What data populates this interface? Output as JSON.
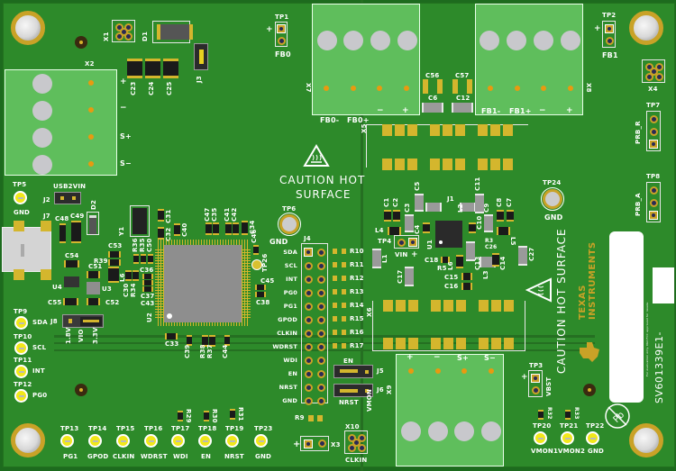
{
  "board": {
    "part_number": "SV601339E1-",
    "brand_line1": "TEXAS",
    "brand_line2": "INSTRUMENTS",
    "caution_line1": "CAUTION HOT",
    "caution_line2": "SURFACE",
    "caution_vertical": "CAUTION HOT SURFACE",
    "fine_print": "For evaluation only. Not FCC approved for resale."
  },
  "connectors": {
    "x2": {
      "ref": "X2",
      "pins": [
        "+",
        "−",
        "S+",
        "S−"
      ]
    },
    "x7": {
      "ref": "X7",
      "pins": [
        "FB0-",
        "FB0+",
        "−",
        "+"
      ]
    },
    "x8": {
      "ref": "X8",
      "pins": [
        "FB1-",
        "FB1+",
        "−",
        "+"
      ]
    },
    "x6": {
      "ref": "X6",
      "pins": [
        "+",
        "−",
        "S+",
        "S−"
      ]
    },
    "x5": {
      "ref": "X5"
    },
    "x9": {
      "ref": "X9"
    },
    "x1": {
      "ref": "X1"
    },
    "x4": {
      "ref": "X4"
    },
    "x3": {
      "ref": "X3",
      "plus": "+"
    },
    "x10": {
      "ref": "X10",
      "label": "CLKIN"
    },
    "j7": {
      "ref": "J7"
    }
  },
  "jumpers": {
    "j2": {
      "ref": "J2",
      "label": "USB2VIN"
    },
    "j3": {
      "ref": "J3"
    },
    "j4": {
      "ref": "J4",
      "pins": [
        "SDA",
        "SCL",
        "INT",
        "PG0",
        "PG1",
        "GPOD",
        "CLKIN",
        "WDRST",
        "WDI",
        "EN",
        "NRST",
        "GND"
      ]
    },
    "j5": {
      "ref": "J5",
      "label": "EN"
    },
    "j6": {
      "ref": "J6",
      "label": "NRST"
    },
    "j8": {
      "ref": "J8",
      "opt1": "1.8V",
      "mid": "VIO",
      "opt2": "3.3V"
    },
    "vmon_label": "VMON"
  },
  "testpoints_left": [
    {
      "ref": "TP5",
      "label": "GND"
    },
    {
      "ref": "TP9",
      "label": "SDA"
    },
    {
      "ref": "TP10",
      "label": "SCL"
    },
    {
      "ref": "TP11",
      "label": "INT"
    },
    {
      "ref": "TP12",
      "label": "PG0"
    }
  ],
  "testpoints_bottom": [
    {
      "ref": "TP13",
      "label": "PG1"
    },
    {
      "ref": "TP14",
      "label": "GPOD"
    },
    {
      "ref": "TP15",
      "label": "CLKIN"
    },
    {
      "ref": "TP16",
      "label": "WDRST"
    },
    {
      "ref": "TP17",
      "label": "WDI"
    },
    {
      "ref": "TP18",
      "label": "EN"
    },
    {
      "ref": "TP19",
      "label": "NRST"
    },
    {
      "ref": "TP23",
      "label": "GND"
    }
  ],
  "testpoints_right": [
    {
      "ref": "TP20",
      "label": "VMON1"
    },
    {
      "ref": "TP21",
      "label": "VMON2"
    },
    {
      "ref": "TP22",
      "label": "GND"
    }
  ],
  "testpoints_misc": {
    "tp1": {
      "ref": "TP1",
      "label": "FB0",
      "plus": "+"
    },
    "tp2": {
      "ref": "TP2",
      "label": "FB1",
      "plus": "+"
    },
    "tp3": {
      "ref": "TP3",
      "label": "VBST",
      "plus": "+"
    },
    "tp4": {
      "ref": "TP4",
      "label": "VIN",
      "plus": "+"
    },
    "tp6": {
      "ref": "TP6",
      "label": "GND"
    },
    "tp7": {
      "ref": "TP7",
      "label": "PRB_R"
    },
    "tp8": {
      "ref": "TP8",
      "label": "PRB_A"
    },
    "tp24": {
      "ref": "TP24",
      "label": "GND"
    },
    "tp26": {
      "ref": "TP26"
    }
  },
  "components": {
    "resistors_j4": [
      "R10",
      "R11",
      "R12",
      "R13",
      "R14",
      "R15",
      "R16",
      "R17"
    ],
    "caps_top": [
      "C23",
      "C24",
      "C25"
    ],
    "caps_mid": [
      "C56",
      "C57",
      "C6",
      "C12"
    ],
    "power": [
      "C1",
      "C2",
      "C3",
      "C4",
      "C5",
      "C7",
      "C8",
      "C9",
      "C10",
      "C11",
      "C13",
      "C14",
      "C15",
      "C16",
      "C17",
      "C18",
      "C21",
      "C26",
      "C27",
      "L1",
      "L2",
      "L3",
      "L4",
      "L5",
      "L6",
      "R3",
      "R5",
      "U1",
      "J1"
    ],
    "mcu_area": [
      "U2",
      "Y1",
      "C31",
      "C32",
      "C40",
      "C47",
      "C35",
      "C41",
      "C42",
      "C34",
      "C46",
      "C45",
      "C38",
      "C36",
      "C37",
      "C43",
      "C30",
      "R34",
      "R36",
      "R35",
      "C50",
      "C53",
      "R39",
      "C33",
      "C39",
      "R38",
      "R37",
      "C44"
    ],
    "usb_area": [
      "J7",
      "C48",
      "C49",
      "D2",
      "C54",
      "C51",
      "C52",
      "C55",
      "U3",
      "U4",
      "D1"
    ],
    "bottom_resistors": [
      "R29",
      "R30",
      "R31",
      "R32",
      "R33",
      "R9"
    ]
  }
}
